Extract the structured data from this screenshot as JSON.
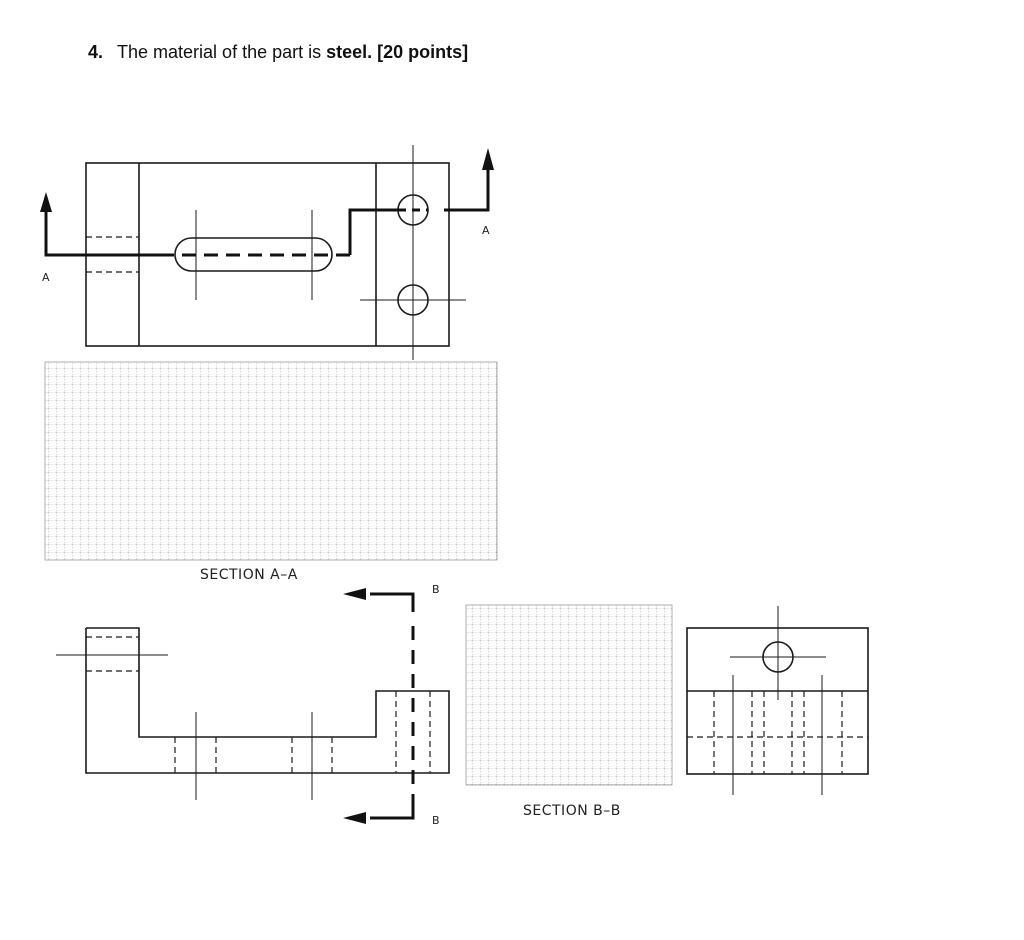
{
  "question": {
    "number": "4.",
    "text_prefix": "The material of the part is ",
    "material": "steel.",
    "points": "[20 points]"
  },
  "labels": {
    "cut_a_left": "A",
    "cut_a_right": "A",
    "cut_b_top": "B",
    "cut_b_bottom": "B",
    "section_a": "SECTION A–A",
    "section_b": "SECTION B–B"
  },
  "colors": {
    "line": "#1a1a1a",
    "grid": "#9a9a9a"
  }
}
